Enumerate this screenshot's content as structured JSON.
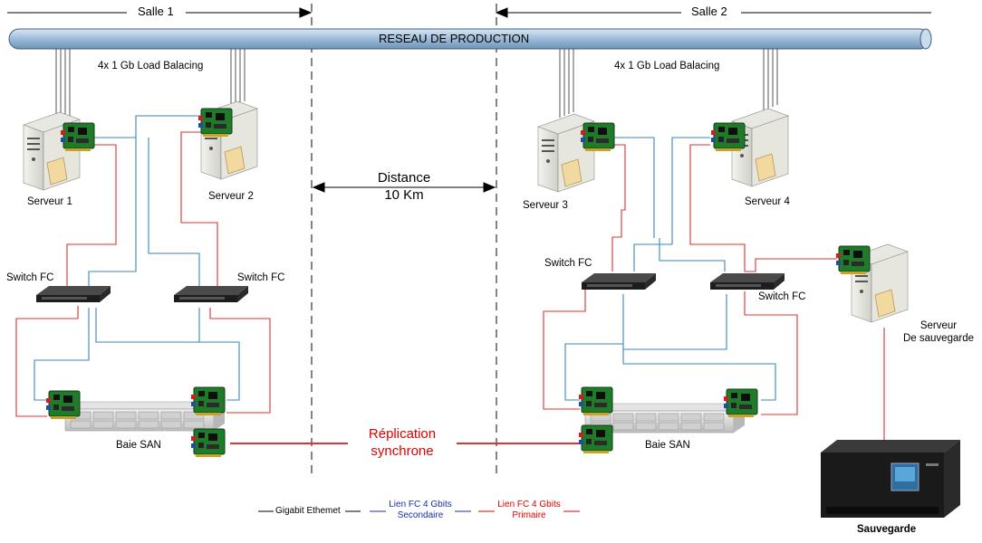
{
  "sections": {
    "salle1": "Salle 1",
    "salle2": "Salle 2"
  },
  "network_bar": "RESEAU DE PRODUCTION",
  "load_balancing": [
    "4x 1 Gb Load Balacing",
    "4x 1 Gb Load Balacing"
  ],
  "distance": {
    "line1": "Distance",
    "line2": "10 Km"
  },
  "servers": [
    "Serveur 1",
    "Serveur 2",
    "Serveur 3",
    "Serveur 4"
  ],
  "backup_server": {
    "line1": "Serveur",
    "line2": "De sauvegarde"
  },
  "switches": [
    "Switch FC",
    "Switch FC",
    "Switch FC",
    "Switch FC"
  ],
  "san": [
    "Baie SAN",
    "Baie SAN"
  ],
  "replication": {
    "line1": "Réplication",
    "line2": "synchrone"
  },
  "backup_device": "Sauvegarde",
  "legend": {
    "ethernet": "Gigabit Ethemet",
    "fc_secondary": {
      "line1": "Lien FC 4 Gbits",
      "line2": "Secondaire"
    },
    "fc_primary": {
      "line1": "Lien FC 4 Gbits",
      "line2": "Primaire"
    }
  },
  "colors": {
    "primary_link": "#e03030",
    "secondary_link": "#3a86c4",
    "ethernet": "#000000",
    "network_bar": "#9fbfd9"
  }
}
